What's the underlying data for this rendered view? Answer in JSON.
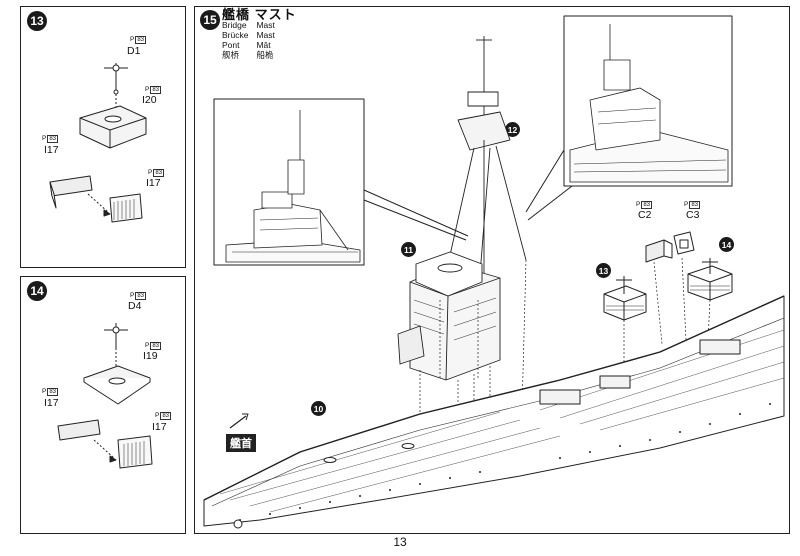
{
  "page_number": "13",
  "steps": {
    "s13": {
      "number": "13",
      "labels": {
        "d1": "D1",
        "i20": "I20",
        "i17a": "I17",
        "i17b": "I17"
      },
      "runner": "P",
      "runner_code": "83"
    },
    "s14": {
      "number": "14",
      "labels": {
        "d4": "D4",
        "i19": "I19",
        "i17a": "I17",
        "i17b": "I17"
      },
      "runner": "P",
      "runner_code": "83"
    },
    "s15": {
      "number": "15",
      "title_jp": "艦橋 マスト",
      "names": [
        {
          "lang": "Bridge",
          "value": "Mast"
        },
        {
          "lang": "Brücke",
          "value": "Mast"
        },
        {
          "lang": "Pont",
          "value": "Mât"
        },
        {
          "lang": "舰桥",
          "value": "船桅"
        }
      ],
      "labels": {
        "c2": "C2",
        "c3": "C3"
      },
      "callouts": [
        "11",
        "12",
        "13",
        "14",
        "10"
      ],
      "bow_label": "艦首"
    }
  }
}
